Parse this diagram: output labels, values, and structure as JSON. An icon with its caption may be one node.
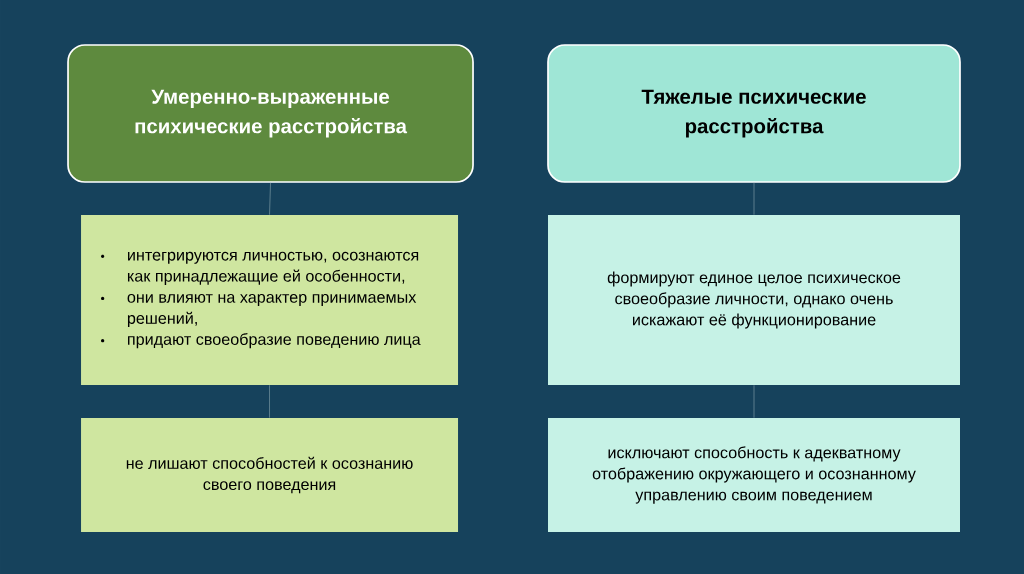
{
  "diagram": {
    "nodes": [
      {
        "text": [
          "Умеренно-выраженные психические расстройства"
        ]
      },
      {
        "text": [
          "интегрируются личностью, осознаются как принадлежащие ей особенности,",
          "они влияют на характер принимаемых решений,",
          "придают своеобразие поведению лица"
        ]
      },
      {
        "text": [
          "не лишают способностей к осознанию своего поведения"
        ]
      },
      {
        "text": [
          "Тяжелые психические расстройства"
        ]
      },
      {
        "text": [
          "формируют единое целое психическое своеобразие личности, однако очень искажают её функционирование"
        ]
      },
      {
        "text": [
          "исключают способность к адекватному отображению окружающего и осознанному управлению своим поведением"
        ]
      }
    ],
    "edges": [
      {
        "from": 0,
        "to": 1,
        "arrow": "none"
      },
      {
        "from": 1,
        "to": 2,
        "arrow": "none"
      },
      {
        "from": 3,
        "to": 4,
        "arrow": "none"
      },
      {
        "from": 4,
        "to": 5,
        "arrow": "none"
      }
    ]
  }
}
